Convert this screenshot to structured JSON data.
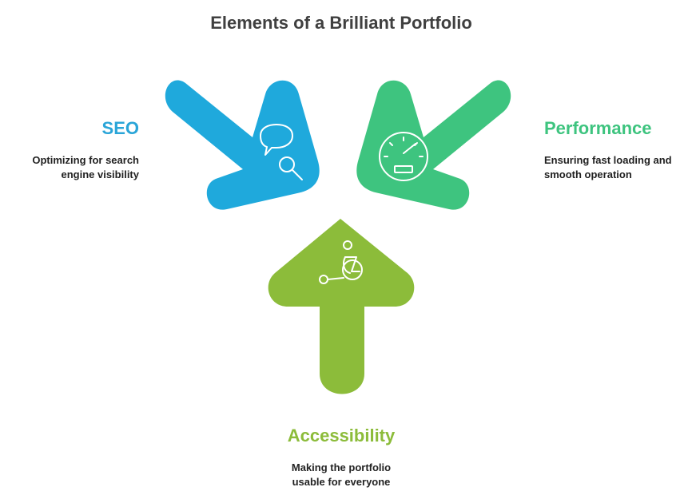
{
  "title": "Elements of a Brilliant Portfolio",
  "items": [
    {
      "heading": "SEO",
      "description_lines": [
        "Optimizing for search",
        "engine visibility"
      ],
      "color": "#1fa9dc",
      "icon": "search-speech-bubble-icon"
    },
    {
      "heading": "Performance",
      "description_lines": [
        "Ensuring fast loading and",
        "smooth operation"
      ],
      "color": "#3ec47f",
      "icon": "speedometer-icon"
    },
    {
      "heading": "Accessibility",
      "description_lines": [
        "Making the portfolio",
        "usable for everyone"
      ],
      "color": "#8cbc3a",
      "icon": "wheelchair-user-icon"
    }
  ]
}
